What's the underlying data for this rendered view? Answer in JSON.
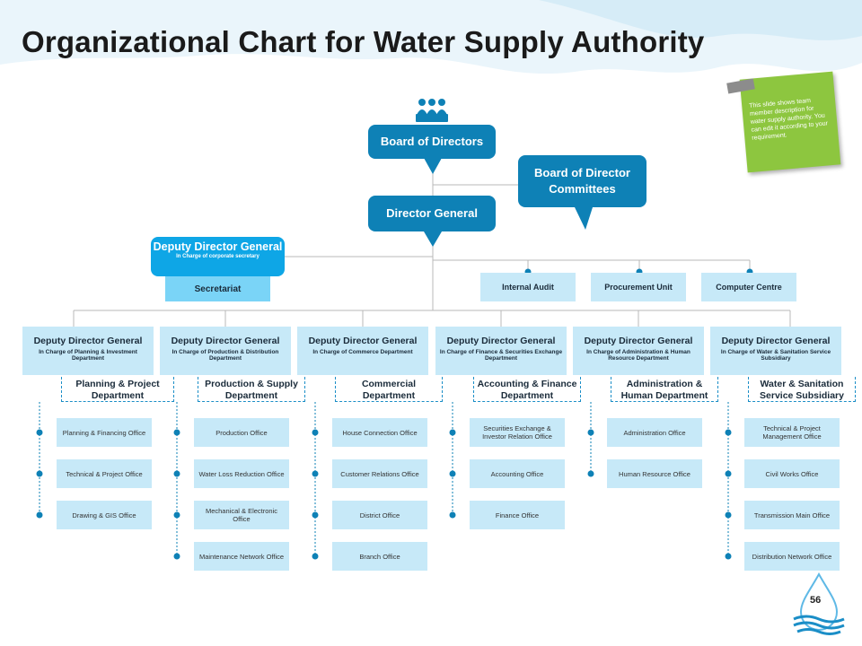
{
  "title": "Organizational Chart for Water Supply Authority",
  "note": "This slide shows team member description for water supply authority. You can edit it according to your requirement.",
  "page_number": "56",
  "board": "Board of Directors",
  "committees": "Board of Director Committees",
  "director_general": "Director General",
  "corporate_ddg": {
    "title": "Deputy Director General",
    "sub": "In Charge of corporate secretary",
    "unit": "Secretariat"
  },
  "units": [
    "Internal Audit",
    "Procurement Unit",
    "Computer Centre"
  ],
  "departments": [
    {
      "title": "Deputy Director General",
      "sub": "In Charge of Planning & Investment Department",
      "dept": "Planning & Project Department",
      "offices": [
        "Planning & Financing Office",
        "Technical & Project Office",
        "Drawing & GIS Office"
      ]
    },
    {
      "title": "Deputy Director General",
      "sub": "In Charge of Production & Distribution Department",
      "dept": "Production & Supply Department",
      "offices": [
        "Production Office",
        "Water Loss Reduction Office",
        "Mechanical & Electronic Office",
        "Maintenance Network Office"
      ]
    },
    {
      "title": "Deputy Director General",
      "sub": "In Charge of Commerce Department",
      "dept": "Commercial Department",
      "offices": [
        "House Connection Office",
        "Customer Relations Office",
        "District Office",
        "Branch Office"
      ]
    },
    {
      "title": "Deputy Director General",
      "sub": "In Charge of Finance & Securities Exchange Department",
      "dept": "Accounting & Finance Department",
      "offices": [
        "Securities Exchange & Investor Relation Office",
        "Accounting Office",
        "Finance Office"
      ]
    },
    {
      "title": "Deputy Director General",
      "sub": "In Charge of Administration & Human Resource Department",
      "dept": "Administration & Human Department",
      "offices": [
        "Administration Office",
        "Human Resource Office"
      ]
    },
    {
      "title": "Deputy Director General",
      "sub": "In Charge of Water & Sanitation Service Subsidiary",
      "dept": "Water & Sanitation Service Subsidiary",
      "offices": [
        "Technical & Project Management Office",
        "Civil Works Office",
        "Transmission Main Office",
        "Distribution Network Office"
      ]
    }
  ]
}
